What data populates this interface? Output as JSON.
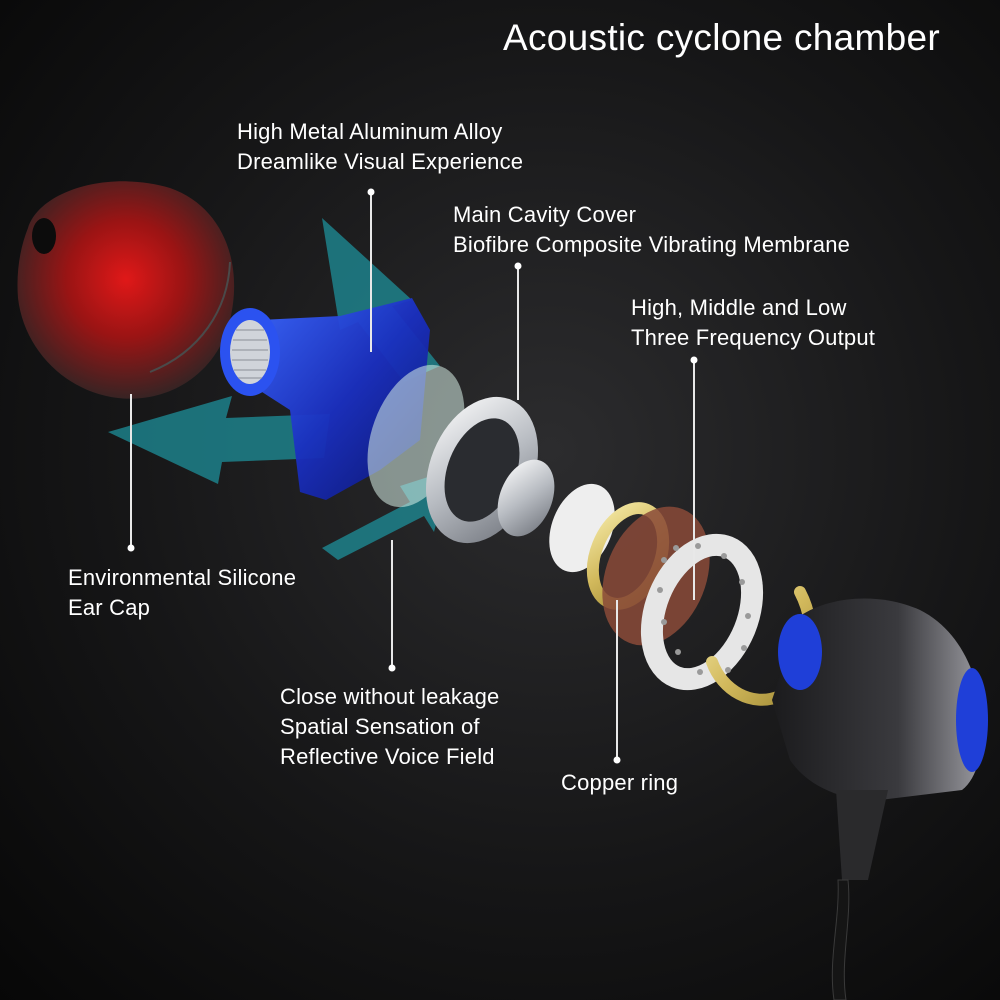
{
  "title": "Acoustic cyclone chamber",
  "callouts": {
    "aluminum": [
      "High Metal Aluminum Alloy",
      "Dreamlike Visual Experience"
    ],
    "cavity": [
      "Main Cavity Cover",
      "Biofibre Composite Vibrating Membrane"
    ],
    "frequency": [
      "High, Middle and Low",
      "Three Frequency Output"
    ],
    "ear_cap": [
      "Environmental Silicone",
      "Ear Cap"
    ],
    "leakage": [
      "Close without leakage",
      "Spatial Sensation of",
      "Reflective Voice Field"
    ],
    "copper": [
      "Copper ring"
    ]
  },
  "colors": {
    "background": "#151516",
    "text": "#ffffff",
    "leader_line": "#e8e8e8",
    "arrow_teal": "#1d8f99",
    "housing_blue": "#1f3fd8",
    "ear_cap_red": "#d42020",
    "gold_ring": "#d9c56a",
    "copper_disc": "#8a4a38"
  }
}
